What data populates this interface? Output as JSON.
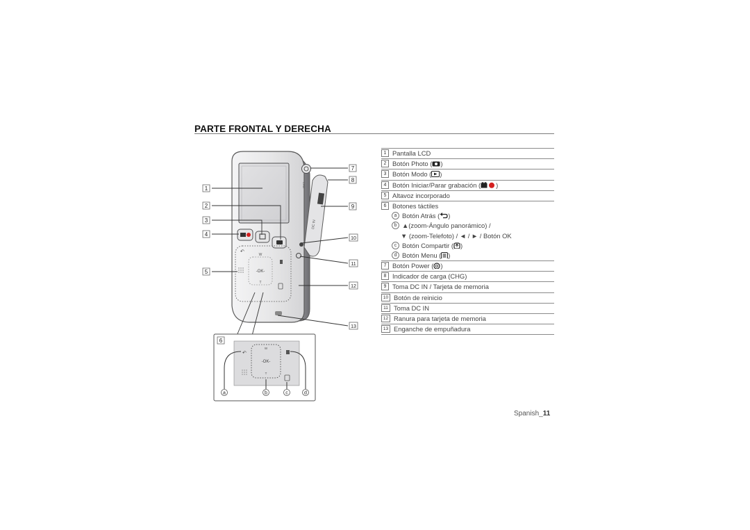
{
  "section_title": "PARTE FRONTAL Y DERECHA",
  "parts": [
    {
      "num": "1",
      "text": "Pantalla LCD"
    },
    {
      "num": "2",
      "text": "Botón Photo (",
      "suffix": ")",
      "icon": "camera-icon"
    },
    {
      "num": "3",
      "text": "Botón Modo (",
      "suffix": ")",
      "icon": "playback-mode-icon"
    },
    {
      "num": "4",
      "text": "Botón Iniciar/Parar grabación (",
      "suffix": ")",
      "icon": "record-icon"
    },
    {
      "num": "5",
      "text": "Altavoz incorporado"
    },
    {
      "num": "6",
      "text": "Botones táctiles"
    },
    {
      "letter": "a",
      "text": "Botón Atrás (",
      "suffix": ")",
      "icon": "back-arrow-icon"
    },
    {
      "letter": "b",
      "text": "▲(zoom-Ángulo panorámico) /"
    },
    {
      "text": "▼ (zoom-Telefoto) / ◄ / ► / Botón OK"
    },
    {
      "letter": "c",
      "text": "Botón Compartir (",
      "suffix": ")",
      "icon": "share-icon"
    },
    {
      "letter": "d",
      "text": "Botón Menu (",
      "suffix": ")",
      "icon": "menu-icon"
    },
    {
      "num": "7",
      "text": "Botón Power (",
      "suffix": ")",
      "icon": "power-icon"
    },
    {
      "num": "8",
      "text": "Indicador de carga (CHG)"
    },
    {
      "num": "9",
      "text": "Toma DC IN / Tarjeta de memoria"
    },
    {
      "num": "10",
      "text": "Botón de reinicio"
    },
    {
      "num": "11",
      "text": "Toma DC IN"
    },
    {
      "num": "12",
      "text": "Ranura para tarjeta de memoria"
    },
    {
      "num": "13",
      "text": "Enganche de empuñadura"
    }
  ],
  "figure": {
    "callouts_left": [
      "1",
      "2",
      "3",
      "4",
      "5"
    ],
    "callouts_right": [
      "7",
      "8",
      "9",
      "10",
      "11",
      "12",
      "13"
    ],
    "detail_callout": "6",
    "detail_letters": [
      "a",
      "b",
      "c",
      "d"
    ],
    "button_labels": {
      "ok": "-OK-",
      "wide": "W",
      "tele": "T"
    },
    "side_label": "DC IN",
    "colors": {
      "body": "#e9e9ea",
      "outline": "#5a5a5a",
      "record_red": "#d42020"
    }
  },
  "footer": {
    "language": "Spanish_",
    "page": "11"
  }
}
